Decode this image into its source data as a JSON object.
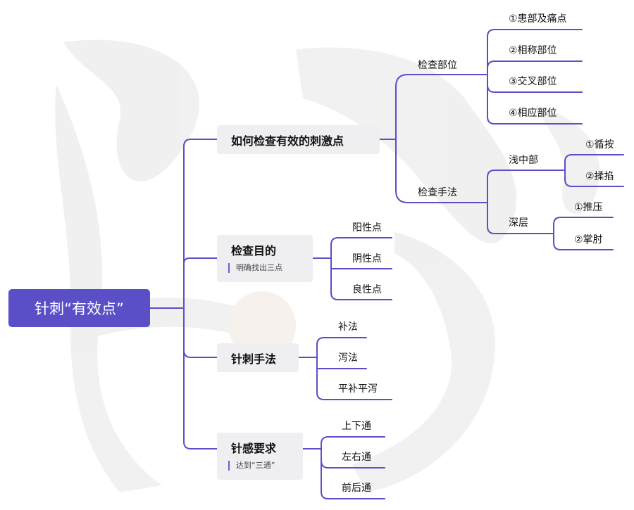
{
  "root": {
    "label": "针刺“有效点”"
  },
  "branches": [
    {
      "label": "如何检查有效的刺激点",
      "children": [
        {
          "label": "检查部位",
          "children": [
            "①患部及痛点",
            "②相称部位",
            "③交叉部位",
            "④相应部位"
          ]
        },
        {
          "label": "检查手法",
          "children": [
            {
              "label": "浅中部",
              "children": [
                "①循按",
                "②揉掐"
              ]
            },
            {
              "label": "深层",
              "children": [
                "①推压",
                "②掌肘"
              ]
            }
          ]
        }
      ]
    },
    {
      "label": "检查目的",
      "note": "明确找出三点",
      "children": [
        "阳性点",
        "阴性点",
        "良性点"
      ]
    },
    {
      "label": "针刺手法",
      "children": [
        "补法",
        "泻法",
        "平补平泻"
      ]
    },
    {
      "label": "针感要求",
      "note": "达到“三通”",
      "children": [
        "上下通",
        "左右通",
        "前后通"
      ]
    }
  ],
  "colors": {
    "line": "#5b4fc7",
    "root_bg": "#5b4fc7",
    "branch_bg": "#efeff2",
    "watermark": "#ececec"
  }
}
